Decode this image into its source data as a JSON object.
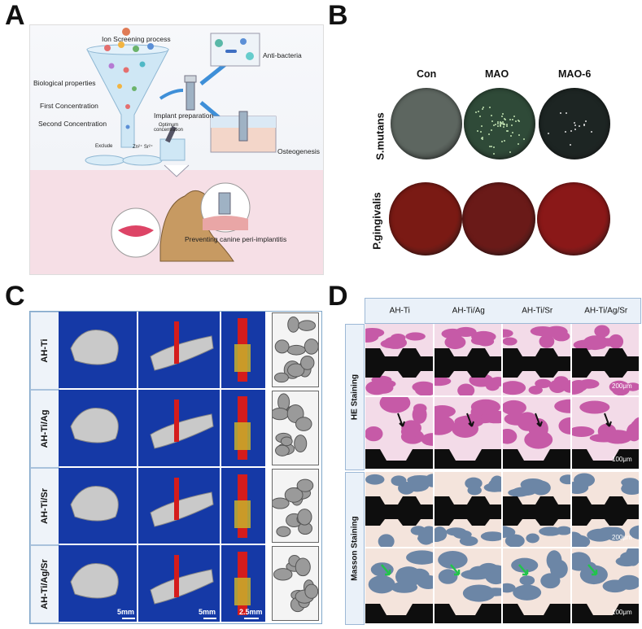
{
  "panels": {
    "a": "A",
    "b": "B",
    "c": "C",
    "d": "D"
  },
  "panel_a": {
    "ion_screening": "Ion Screening process",
    "biological": "Biological properties",
    "first_conc": "First Concentration",
    "second_conc": "Second Concentration",
    "optimum": "Optimum concentration",
    "exclude": "Exclude",
    "ions": "Zn²⁺ Sr²⁺",
    "implant_prep": "Implant preparation",
    "anti_bacteria": "Anti-bacteria",
    "osteogenesis": "Osteogenesis",
    "preventing": "Preventing canine peri-implantitis"
  },
  "panel_b": {
    "columns": [
      "Con",
      "MAO",
      "MAO-6"
    ],
    "rows": [
      "S.mutans",
      "P.gingivalis"
    ],
    "colors": {
      "smutans_con": "#5d6660",
      "smutans_mao": "#2f4a38",
      "smutans_mao6": "#1d2523",
      "pging_con": "#7a1a14",
      "pging_mao": "#6a1a18",
      "pging_mao6": "#8a1818"
    }
  },
  "panel_c": {
    "rows": [
      "AH-Ti",
      "AH-Ti/Ag",
      "AH-Ti/Sr",
      "AH-Ti/Ag/Sr"
    ],
    "scale_1": "5mm",
    "scale_2": "5mm",
    "scale_3": "2.5mm",
    "background_color": "#1539a6"
  },
  "panel_d": {
    "columns": [
      "AH-Ti",
      "AH-Ti/Ag",
      "AH-Ti/Sr",
      "AH-Ti/Ag/Sr"
    ],
    "rows": [
      "HE Staining",
      "Masson Staining"
    ],
    "scale_200": "200μm",
    "scale_100a": "100μm",
    "scale_200b": "200μm",
    "scale_100b": "100μm"
  }
}
